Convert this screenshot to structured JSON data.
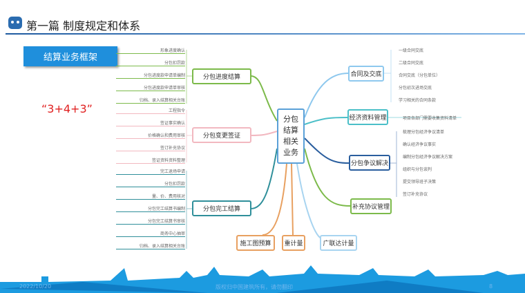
{
  "header": {
    "title": "第一篇  制度规定和体系",
    "logo_icon": "robot-icon"
  },
  "frame_label": "结算业务框架",
  "formula": "“3+4+3”",
  "center": {
    "label_lines": [
      "分包",
      "结算",
      "相关",
      "业务"
    ]
  },
  "left_branches": [
    {
      "label": "分包进度结算",
      "color": "#7cba4a",
      "items": [
        "形象进度确认",
        "分包扣罚款",
        "分包进度款申请单编制",
        "分包进度款申请单审核",
        "归档、录入结算相关台账"
      ]
    },
    {
      "label": "分包变更签证",
      "color": "#f2b8c0",
      "items": [
        "工程指令",
        "签证事实确认",
        "价格确认和费用审核",
        "签订补充协议",
        "签证资料资料整理"
      ]
    },
    {
      "label": "分包完工结算",
      "color": "#2f8f9a",
      "items": [
        "完工退场申请",
        "分包扣罚款",
        "量、价、费用核对",
        "分包完工结算书编制",
        "分包完工结算书审核",
        "商务中心抽审",
        "归档、录入结算相关台账"
      ]
    }
  ],
  "right_branches": [
    {
      "label": "合同及交底",
      "color": "#8ec8ee",
      "items": [
        "一级合同交底",
        "二级合同交底",
        "合同交底（分包单位）",
        "分包初次进场交底",
        "学习相关的合同条款"
      ]
    },
    {
      "label": "经济资料管理",
      "color": "#4bbfc8",
      "items": [
        "项目各部门需要收集资料清单"
      ]
    },
    {
      "label": "分包争议解决",
      "color": "#2a5e9e",
      "items": [
        "梳理分包经济争议清单",
        "确认经济争议事实",
        "编制分包经济争议解决方案",
        "组织与分包谈判",
        "提交领导班子决策",
        "签订补充协议"
      ]
    },
    {
      "label": "补充协议管理",
      "color": "#7cba4a",
      "items": []
    }
  ],
  "bottom_branches": [
    {
      "label": "施工图预算",
      "color": "#e8a060"
    },
    {
      "label": "重计量",
      "color": "#e8a060"
    },
    {
      "label": "广联达计量",
      "color": "#a8d4f0"
    }
  ],
  "footer": {
    "date": "2022/10/20",
    "copyright": "版权归中国建筑所有，请勿翻印",
    "page": "8"
  }
}
